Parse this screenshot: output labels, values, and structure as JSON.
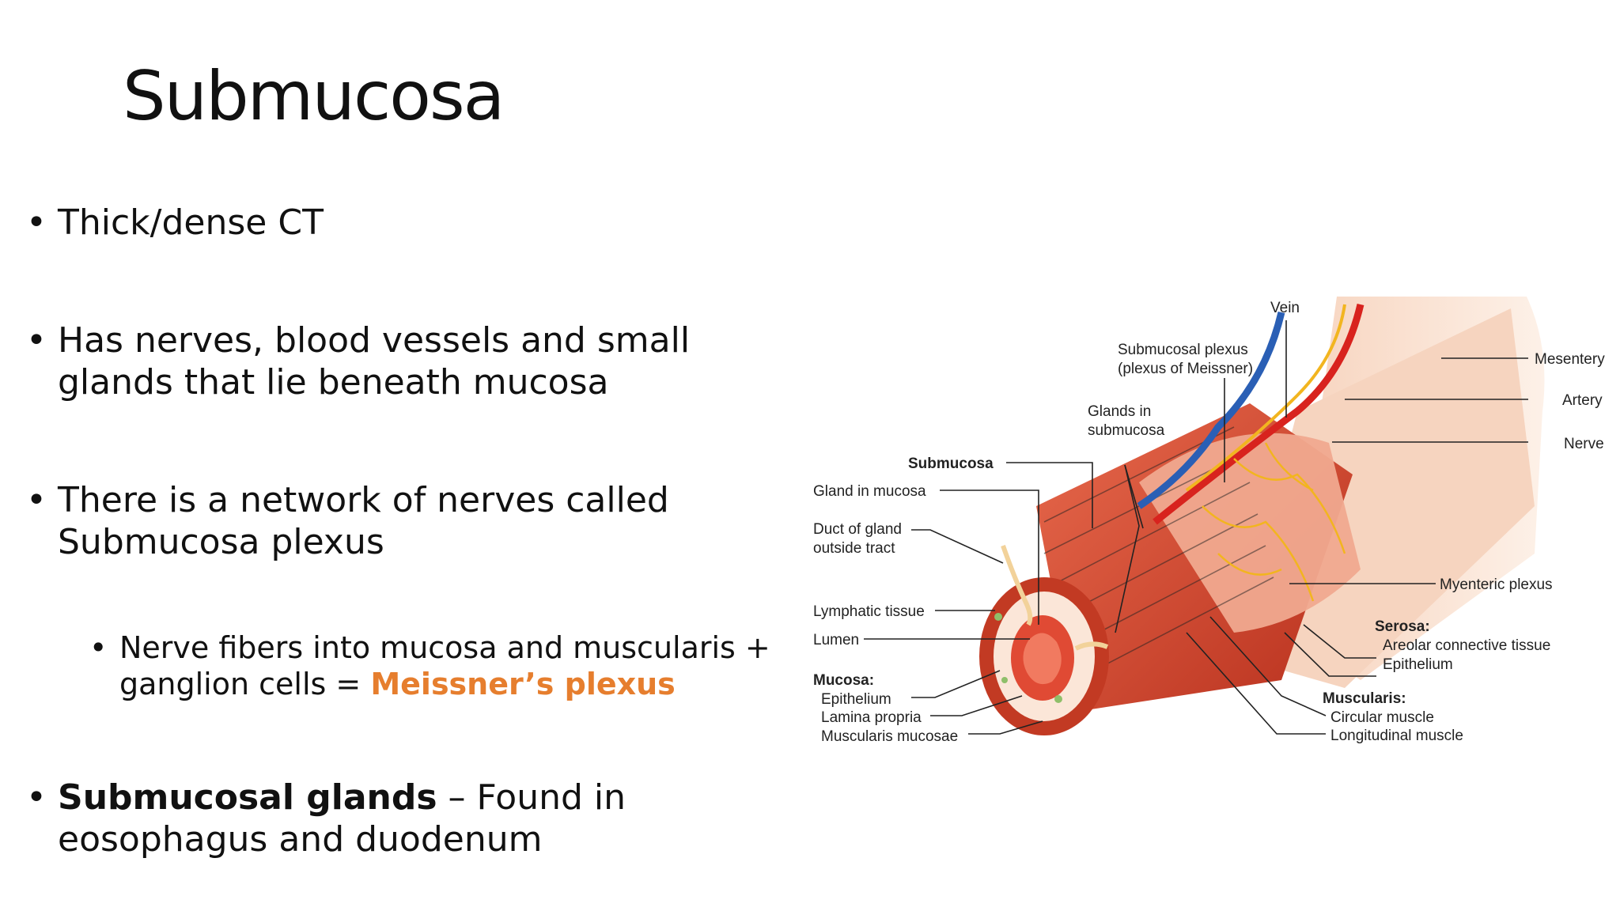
{
  "slide": {
    "title": "Submucosa",
    "bullets": {
      "b1": "Thick/dense CT",
      "b2_line1": "Has nerves, blood vessels and small",
      "b2_line2": "glands that lie beneath mucosa",
      "b3_line1": "There is a network of nerves called",
      "b3_line2": "Submucosa plexus",
      "b4_line1": "Nerve fibers into mucosa and muscularis +",
      "b4_line2_prefix": "ganglion cells = ",
      "b4_line2_highlight": "Meissner’s plexus",
      "b5_bold": "Submucosal glands",
      "b5_rest": " – Found in",
      "b5_line2": "eosophagus and duodenum"
    },
    "bullet_char": "•",
    "accent_color": "#e67e2e"
  },
  "diagram": {
    "labels": {
      "vein": "Vein",
      "submucosal_plexus_1": "Submucosal plexus",
      "submucosal_plexus_2": "(plexus of Meissner)",
      "mesentery": "Mesentery",
      "artery": "Artery",
      "nerve": "Nerve",
      "glands_in_1": "Glands in",
      "glands_in_2": "submucosa",
      "submucosa": "Submucosa",
      "gland_in_mucosa": "Gland in mucosa",
      "duct_1": "Duct of gland",
      "duct_2": "outside tract",
      "myenteric_plexus": "Myenteric plexus",
      "lymphatic_tissue": "Lymphatic tissue",
      "lumen": "Lumen",
      "serosa": "Serosa:",
      "areolar": "Areolar connective tissue",
      "serosa_epithelium": "Epithelium",
      "mucosa": "Mucosa:",
      "mucosa_epithelium": "Epithelium",
      "lamina_propria": "Lamina propria",
      "muscularis_mucosae": "Muscularis mucosae",
      "muscularis": "Muscularis:",
      "circular_muscle": "Circular muscle",
      "longitudinal_muscle": "Longitudinal muscle"
    },
    "colors": {
      "muscle": "#d9472f",
      "submucosa": "#f0a98f",
      "serosa": "#f8dcc8",
      "artery": "#d8231e",
      "vein": "#2a5fb5",
      "nerve": "#f2b51f"
    }
  }
}
